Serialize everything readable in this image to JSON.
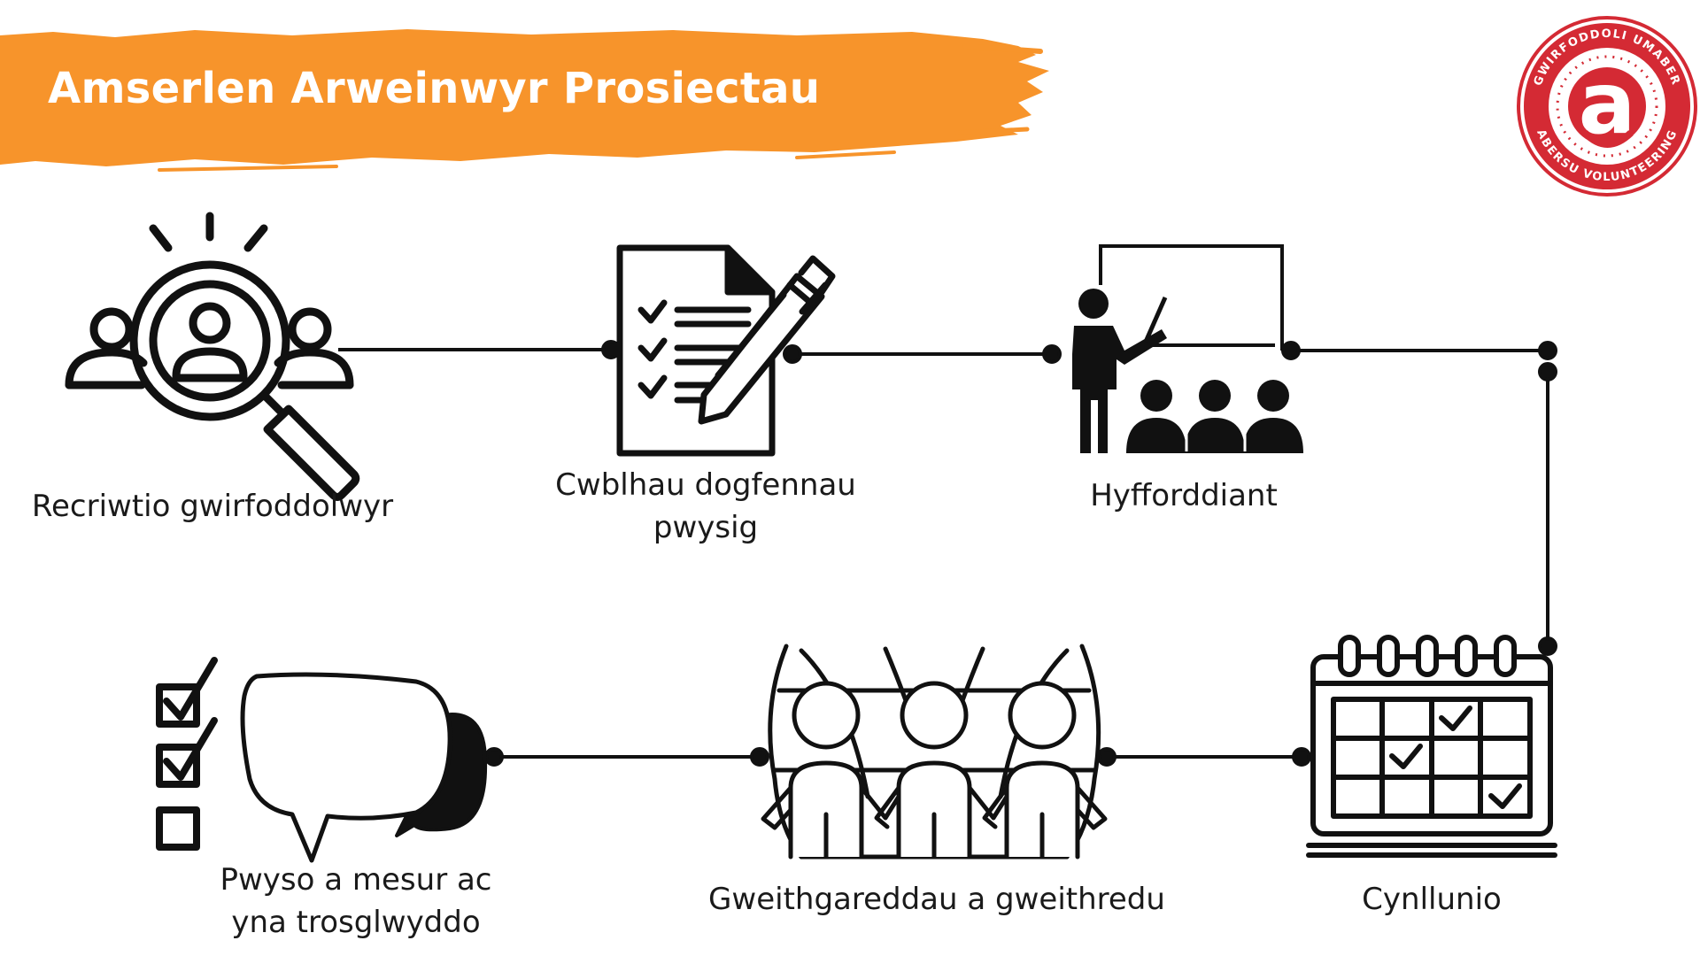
{
  "title": "Amserlen Arweinwyr Prosiectau",
  "logo": {
    "top_text": "GWIRFODDOLI UMABER",
    "bottom_text": "ABERSU VOLUNTEERING",
    "letter": "a",
    "color": "#d42a34"
  },
  "colors": {
    "banner": "#f7942b",
    "ink": "#111111"
  },
  "steps": [
    {
      "id": "recruit",
      "icon": "magnifier-people-icon",
      "lines": [
        "Recriwtio gwirfoddolwyr"
      ]
    },
    {
      "id": "documents",
      "icon": "checklist-pen-icon",
      "lines": [
        "Cwblhau dogfennau",
        "pwysig"
      ]
    },
    {
      "id": "training",
      "icon": "teacher-whiteboard-icon",
      "lines": [
        "Hyfforddiant"
      ]
    },
    {
      "id": "planning",
      "icon": "calendar-check-icon",
      "lines": [
        "Cynllunio"
      ]
    },
    {
      "id": "activities",
      "icon": "people-holding-hands-icon",
      "lines": [
        "Gweithgareddau a gweithredu"
      ]
    },
    {
      "id": "evaluate",
      "icon": "checkbox-speech-bubble-icon",
      "lines": [
        "Pwyso a mesur ac",
        "yna trosglwyddo"
      ]
    }
  ]
}
